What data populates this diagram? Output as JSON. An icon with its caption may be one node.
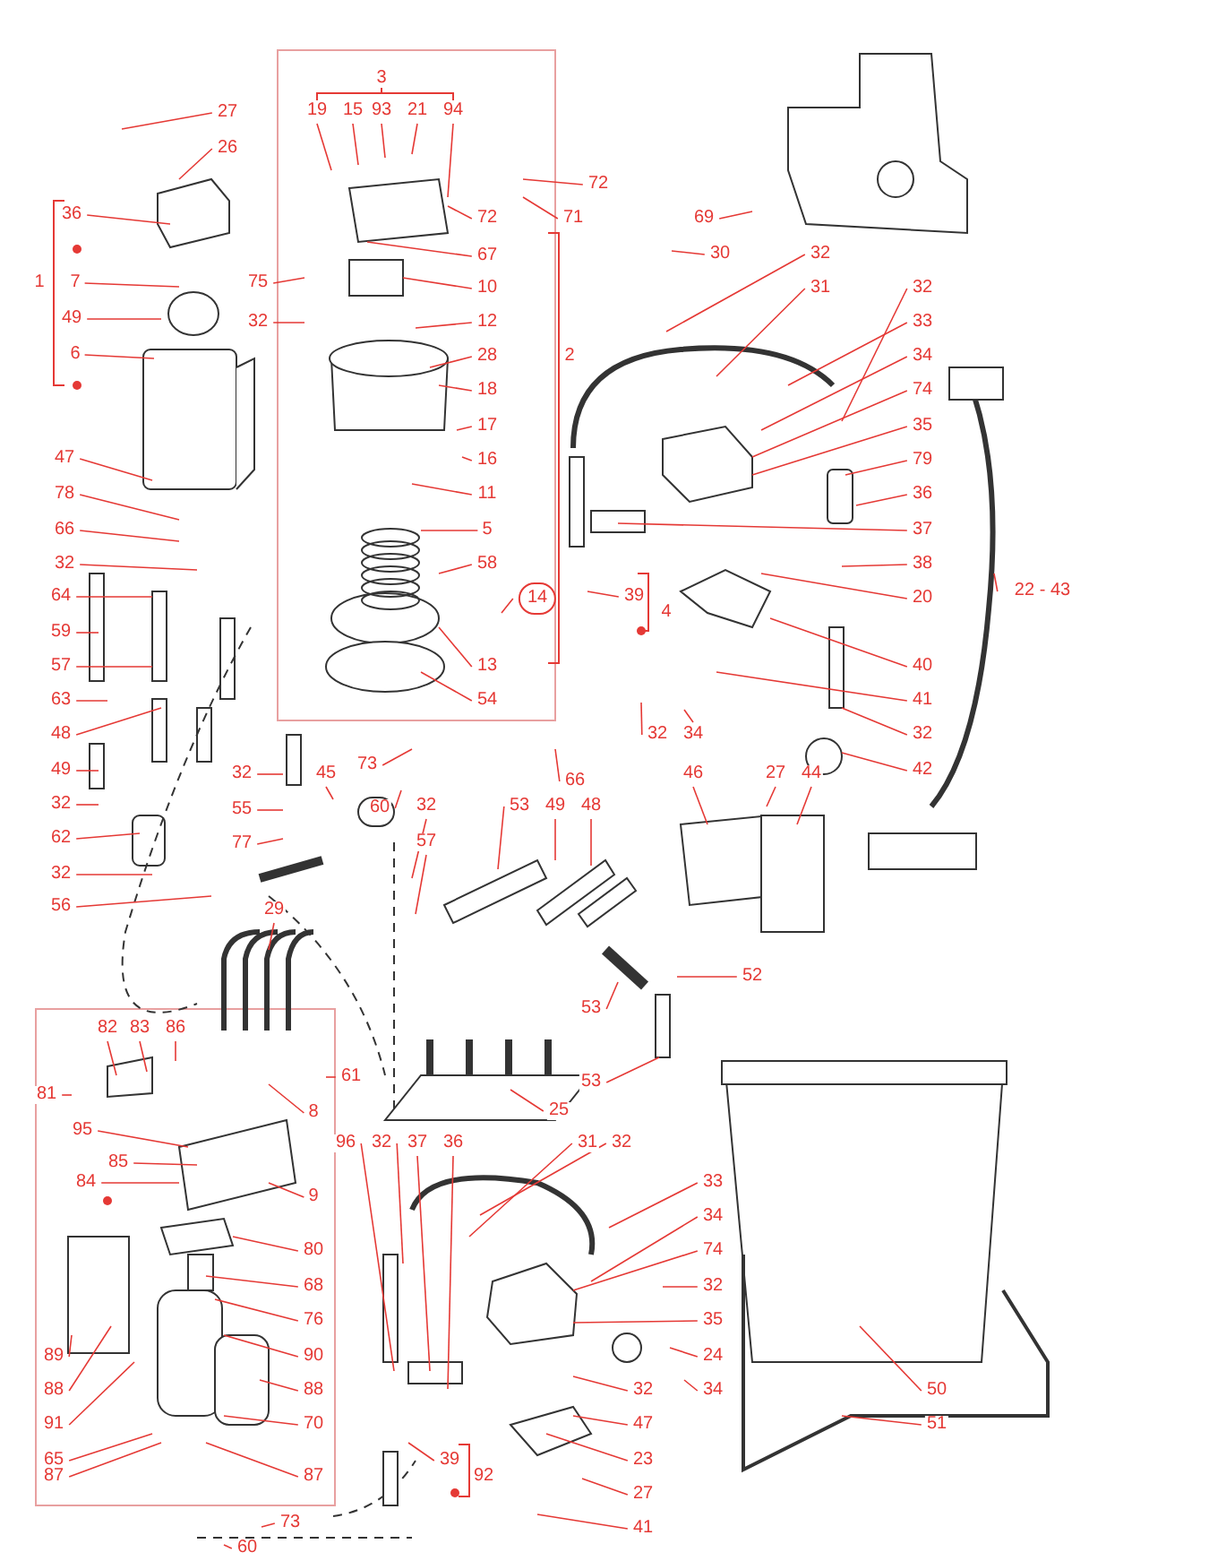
{
  "diagram": {
    "nodes": [
      {
        "text": [
          "3"
        ]
      },
      {
        "text": [
          "19"
        ]
      },
      {
        "text": [
          "15"
        ]
      },
      {
        "text": [
          "93"
        ]
      },
      {
        "text": [
          "21"
        ]
      },
      {
        "text": [
          "94"
        ]
      },
      {
        "text": [
          "27"
        ]
      },
      {
        "text": [
          "26"
        ]
      },
      {
        "text": [
          "36"
        ]
      },
      {
        "text": [
          "1"
        ]
      },
      {
        "text": [
          "7"
        ]
      },
      {
        "text": [
          "49"
        ]
      },
      {
        "text": [
          "6"
        ]
      },
      {
        "text": [
          "47"
        ]
      },
      {
        "text": [
          "78"
        ]
      },
      {
        "text": [
          "66"
        ]
      },
      {
        "text": [
          "32"
        ]
      },
      {
        "text": [
          "64"
        ]
      },
      {
        "text": [
          "59"
        ]
      },
      {
        "text": [
          "57"
        ]
      },
      {
        "text": [
          "63"
        ]
      },
      {
        "text": [
          "48"
        ]
      },
      {
        "text": [
          "49"
        ]
      },
      {
        "text": [
          "32"
        ]
      },
      {
        "text": [
          "62"
        ]
      },
      {
        "text": [
          "32"
        ]
      },
      {
        "text": [
          "56"
        ]
      },
      {
        "text": [
          "75"
        ]
      },
      {
        "text": [
          "32"
        ]
      },
      {
        "text": [
          "72"
        ]
      },
      {
        "text": [
          "71"
        ]
      },
      {
        "text": [
          "72"
        ]
      },
      {
        "text": [
          "67"
        ]
      },
      {
        "text": [
          "10"
        ]
      },
      {
        "text": [
          "12"
        ]
      },
      {
        "text": [
          "28"
        ]
      },
      {
        "text": [
          "2"
        ]
      },
      {
        "text": [
          "18"
        ]
      },
      {
        "text": [
          "17"
        ]
      },
      {
        "text": [
          "16"
        ]
      },
      {
        "text": [
          "11"
        ]
      },
      {
        "text": [
          "5"
        ]
      },
      {
        "text": [
          "58"
        ]
      },
      {
        "text": [
          "14"
        ]
      },
      {
        "text": [
          "39"
        ]
      },
      {
        "text": [
          "4"
        ]
      },
      {
        "text": [
          "13"
        ]
      },
      {
        "text": [
          "54"
        ]
      },
      {
        "text": [
          "69"
        ]
      },
      {
        "text": [
          "30"
        ]
      },
      {
        "text": [
          "32"
        ]
      },
      {
        "text": [
          "31"
        ]
      },
      {
        "text": [
          "32"
        ]
      },
      {
        "text": [
          "33"
        ]
      },
      {
        "text": [
          "34"
        ]
      },
      {
        "text": [
          "74"
        ]
      },
      {
        "text": [
          "35"
        ]
      },
      {
        "text": [
          "79"
        ]
      },
      {
        "text": [
          "36"
        ]
      },
      {
        "text": [
          "37"
        ]
      },
      {
        "text": [
          "38"
        ]
      },
      {
        "text": [
          "20"
        ]
      },
      {
        "text": [
          "40"
        ]
      },
      {
        "text": [
          "41"
        ]
      },
      {
        "text": [
          "32"
        ]
      },
      {
        "text": [
          "42"
        ]
      },
      {
        "text": [
          "22 - 43"
        ]
      },
      {
        "text": [
          "32"
        ]
      },
      {
        "text": [
          "34"
        ]
      },
      {
        "text": [
          "66"
        ]
      },
      {
        "text": [
          "73"
        ]
      },
      {
        "text": [
          "60"
        ]
      },
      {
        "text": [
          "32"
        ]
      },
      {
        "text": [
          "55"
        ]
      },
      {
        "text": [
          "77"
        ]
      },
      {
        "text": [
          "45"
        ]
      },
      {
        "text": [
          "46"
        ]
      },
      {
        "text": [
          "27"
        ]
      },
      {
        "text": [
          "44"
        ]
      },
      {
        "text": [
          "32"
        ]
      },
      {
        "text": [
          "57"
        ]
      },
      {
        "text": [
          "53"
        ]
      },
      {
        "text": [
          "49"
        ]
      },
      {
        "text": [
          "48"
        ]
      },
      {
        "text": [
          "29"
        ]
      },
      {
        "text": [
          "52"
        ]
      },
      {
        "text": [
          "53"
        ]
      },
      {
        "text": [
          "53"
        ]
      },
      {
        "text": [
          "25"
        ]
      },
      {
        "text": [
          "61"
        ]
      },
      {
        "text": [
          "82"
        ]
      },
      {
        "text": [
          "83"
        ]
      },
      {
        "text": [
          "86"
        ]
      },
      {
        "text": [
          "81"
        ]
      },
      {
        "text": [
          "8"
        ]
      },
      {
        "text": [
          "95"
        ]
      },
      {
        "text": [
          "85"
        ]
      },
      {
        "text": [
          "84"
        ]
      },
      {
        "text": [
          "9"
        ]
      },
      {
        "text": [
          "80"
        ]
      },
      {
        "text": [
          "68"
        ]
      },
      {
        "text": [
          "76"
        ]
      },
      {
        "text": [
          "90"
        ]
      },
      {
        "text": [
          "89"
        ]
      },
      {
        "text": [
          "88"
        ]
      },
      {
        "text": [
          "88"
        ]
      },
      {
        "text": [
          "91"
        ]
      },
      {
        "text": [
          "70"
        ]
      },
      {
        "text": [
          "65"
        ]
      },
      {
        "text": [
          "87"
        ]
      },
      {
        "text": [
          "87"
        ]
      },
      {
        "text": [
          "73"
        ]
      },
      {
        "text": [
          "60"
        ]
      },
      {
        "text": [
          "96"
        ]
      },
      {
        "text": [
          "32"
        ]
      },
      {
        "text": [
          "37"
        ]
      },
      {
        "text": [
          "36"
        ]
      },
      {
        "text": [
          "31"
        ]
      },
      {
        "text": [
          "32"
        ]
      },
      {
        "text": [
          "33"
        ]
      },
      {
        "text": [
          "34"
        ]
      },
      {
        "text": [
          "74"
        ]
      },
      {
        "text": [
          "32"
        ]
      },
      {
        "text": [
          "35"
        ]
      },
      {
        "text": [
          "24"
        ]
      },
      {
        "text": [
          "34"
        ]
      },
      {
        "text": [
          "32"
        ]
      },
      {
        "text": [
          "47"
        ]
      },
      {
        "text": [
          "23"
        ]
      },
      {
        "text": [
          "27"
        ]
      },
      {
        "text": [
          "41"
        ]
      },
      {
        "text": [
          "39"
        ]
      },
      {
        "text": [
          "92"
        ]
      },
      {
        "text": [
          "50"
        ]
      },
      {
        "text": [
          "51"
        ]
      }
    ],
    "edges": [
      {
        "from": 1,
        "to": null,
        "arrow": "none"
      },
      {
        "from": 2,
        "to": null,
        "arrow": "none"
      },
      {
        "from": 3,
        "to": null,
        "arrow": "none"
      },
      {
        "from": 4,
        "to": null,
        "arrow": "none"
      },
      {
        "from": 5,
        "to": null,
        "arrow": "none"
      },
      {
        "from": 6,
        "to": null,
        "arrow": "none"
      },
      {
        "from": 7,
        "to": null,
        "arrow": "none"
      },
      {
        "from": 8,
        "to": null,
        "arrow": "none"
      },
      {
        "from": 10,
        "to": null,
        "arrow": "none"
      },
      {
        "from": 11,
        "to": null,
        "arrow": "none"
      },
      {
        "from": 12,
        "to": null,
        "arrow": "none"
      },
      {
        "from": 13,
        "to": null,
        "arrow": "none"
      },
      {
        "from": 14,
        "to": null,
        "arrow": "none"
      },
      {
        "from": 15,
        "to": null,
        "arrow": "none"
      },
      {
        "from": 16,
        "to": null,
        "arrow": "none"
      },
      {
        "from": 17,
        "to": null,
        "arrow": "none"
      },
      {
        "from": 18,
        "to": null,
        "arrow": "none"
      },
      {
        "from": 19,
        "to": null,
        "arrow": "none"
      },
      {
        "from": 20,
        "to": null,
        "arrow": "none"
      },
      {
        "from": 21,
        "to": null,
        "arrow": "none"
      },
      {
        "from": 22,
        "to": null,
        "arrow": "none"
      },
      {
        "from": 23,
        "to": null,
        "arrow": "none"
      },
      {
        "from": 24,
        "to": null,
        "arrow": "none"
      },
      {
        "from": 25,
        "to": null,
        "arrow": "none"
      },
      {
        "from": 26,
        "to": null,
        "arrow": "none"
      },
      {
        "from": 27,
        "to": null,
        "arrow": "none"
      },
      {
        "from": 28,
        "to": null,
        "arrow": "none"
      },
      {
        "from": 29,
        "to": null,
        "arrow": "none"
      },
      {
        "from": 30,
        "to": null,
        "arrow": "none"
      },
      {
        "from": 31,
        "to": null,
        "arrow": "none"
      },
      {
        "from": 32,
        "to": null,
        "arrow": "none"
      },
      {
        "from": 33,
        "to": null,
        "arrow": "none"
      },
      {
        "from": 34,
        "to": null,
        "arrow": "none"
      },
      {
        "from": 35,
        "to": null,
        "arrow": "none"
      },
      {
        "from": 37,
        "to": null,
        "arrow": "none"
      },
      {
        "from": 38,
        "to": null,
        "arrow": "none"
      },
      {
        "from": 39,
        "to": null,
        "arrow": "none"
      },
      {
        "from": 40,
        "to": null,
        "arrow": "none"
      },
      {
        "from": 41,
        "to": null,
        "arrow": "none"
      },
      {
        "from": 42,
        "to": null,
        "arrow": "none"
      },
      {
        "from": 43,
        "to": null,
        "arrow": "none"
      },
      {
        "from": 44,
        "to": null,
        "arrow": "none"
      },
      {
        "from": 46,
        "to": null,
        "arrow": "none"
      },
      {
        "from": 47,
        "to": null,
        "arrow": "none"
      },
      {
        "from": 48,
        "to": null,
        "arrow": "none"
      },
      {
        "from": 49,
        "to": null,
        "arrow": "none"
      },
      {
        "from": 50,
        "to": null,
        "arrow": "none"
      },
      {
        "from": 51,
        "to": null,
        "arrow": "none"
      },
      {
        "from": 52,
        "to": null,
        "arrow": "none"
      },
      {
        "from": 53,
        "to": null,
        "arrow": "none"
      },
      {
        "from": 54,
        "to": null,
        "arrow": "none"
      },
      {
        "from": 55,
        "to": null,
        "arrow": "none"
      },
      {
        "from": 56,
        "to": null,
        "arrow": "none"
      },
      {
        "from": 57,
        "to": null,
        "arrow": "none"
      },
      {
        "from": 58,
        "to": null,
        "arrow": "none"
      },
      {
        "from": 59,
        "to": null,
        "arrow": "none"
      },
      {
        "from": 60,
        "to": null,
        "arrow": "none"
      },
      {
        "from": 61,
        "to": null,
        "arrow": "none"
      },
      {
        "from": 62,
        "to": null,
        "arrow": "none"
      },
      {
        "from": 63,
        "to": null,
        "arrow": "none"
      },
      {
        "from": 64,
        "to": null,
        "arrow": "none"
      },
      {
        "from": 65,
        "to": null,
        "arrow": "none"
      },
      {
        "from": 66,
        "to": null,
        "arrow": "none"
      },
      {
        "from": 67,
        "to": null,
        "arrow": "none"
      },
      {
        "from": 68,
        "to": null,
        "arrow": "none"
      },
      {
        "from": 69,
        "to": null,
        "arrow": "none"
      },
      {
        "from": 70,
        "to": null,
        "arrow": "none"
      },
      {
        "from": 71,
        "to": null,
        "arrow": "none"
      },
      {
        "from": 72,
        "to": null,
        "arrow": "none"
      },
      {
        "from": 73,
        "to": null,
        "arrow": "none"
      },
      {
        "from": 74,
        "to": null,
        "arrow": "none"
      },
      {
        "from": 75,
        "to": null,
        "arrow": "none"
      },
      {
        "from": 76,
        "to": null,
        "arrow": "none"
      },
      {
        "from": 77,
        "to": null,
        "arrow": "none"
      },
      {
        "from": 78,
        "to": null,
        "arrow": "none"
      },
      {
        "from": 79,
        "to": null,
        "arrow": "none"
      },
      {
        "from": 80,
        "to": null,
        "arrow": "none"
      },
      {
        "from": 81,
        "to": null,
        "arrow": "none"
      },
      {
        "from": 82,
        "to": null,
        "arrow": "none"
      },
      {
        "from": 83,
        "to": null,
        "arrow": "none"
      },
      {
        "from": 84,
        "to": null,
        "arrow": "none"
      },
      {
        "from": 85,
        "to": null,
        "arrow": "none"
      },
      {
        "from": 86,
        "to": null,
        "arrow": "none"
      },
      {
        "from": 87,
        "to": null,
        "arrow": "none"
      },
      {
        "from": 88,
        "to": null,
        "arrow": "none"
      },
      {
        "from": 89,
        "to": null,
        "arrow": "none"
      },
      {
        "from": 90,
        "to": null,
        "arrow": "none"
      },
      {
        "from": 91,
        "to": null,
        "arrow": "none"
      },
      {
        "from": 92,
        "to": null,
        "arrow": "none"
      },
      {
        "from": 93,
        "to": null,
        "arrow": "none"
      },
      {
        "from": 94,
        "to": null,
        "arrow": "none"
      },
      {
        "from": 95,
        "to": null,
        "arrow": "none"
      },
      {
        "from": 96,
        "to": null,
        "arrow": "none"
      },
      {
        "from": 97,
        "to": null,
        "arrow": "none"
      },
      {
        "from": 98,
        "to": null,
        "arrow": "none"
      },
      {
        "from": 99,
        "to": null,
        "arrow": "none"
      },
      {
        "from": 100,
        "to": null,
        "arrow": "none"
      },
      {
        "from": 101,
        "to": null,
        "arrow": "none"
      },
      {
        "from": 102,
        "to": null,
        "arrow": "none"
      },
      {
        "from": 103,
        "to": null,
        "arrow": "none"
      },
      {
        "from": 104,
        "to": null,
        "arrow": "none"
      },
      {
        "from": 105,
        "to": null,
        "arrow": "none"
      },
      {
        "from": 106,
        "to": null,
        "arrow": "none"
      },
      {
        "from": 107,
        "to": null,
        "arrow": "none"
      },
      {
        "from": 108,
        "to": null,
        "arrow": "none"
      },
      {
        "from": 109,
        "to": null,
        "arrow": "none"
      },
      {
        "from": 110,
        "to": null,
        "arrow": "none"
      },
      {
        "from": 111,
        "to": null,
        "arrow": "none"
      },
      {
        "from": 112,
        "to": null,
        "arrow": "none"
      },
      {
        "from": 113,
        "to": null,
        "arrow": "none"
      },
      {
        "from": 114,
        "to": null,
        "arrow": "none"
      },
      {
        "from": 115,
        "to": null,
        "arrow": "none"
      },
      {
        "from": 116,
        "to": null,
        "arrow": "none"
      },
      {
        "from": 117,
        "to": null,
        "arrow": "none"
      },
      {
        "from": 118,
        "to": null,
        "arrow": "none"
      },
      {
        "from": 119,
        "to": null,
        "arrow": "none"
      },
      {
        "from": 120,
        "to": null,
        "arrow": "none"
      },
      {
        "from": 121,
        "to": null,
        "arrow": "none"
      },
      {
        "from": 122,
        "to": null,
        "arrow": "none"
      },
      {
        "from": 123,
        "to": null,
        "arrow": "none"
      },
      {
        "from": 124,
        "to": null,
        "arrow": "none"
      },
      {
        "from": 125,
        "to": null,
        "arrow": "none"
      },
      {
        "from": 126,
        "to": null,
        "arrow": "none"
      },
      {
        "from": 127,
        "to": null,
        "arrow": "none"
      },
      {
        "from": 128,
        "to": null,
        "arrow": "none"
      },
      {
        "from": 129,
        "to": null,
        "arrow": "none"
      },
      {
        "from": 130,
        "to": null,
        "arrow": "none"
      },
      {
        "from": 131,
        "to": null,
        "arrow": "none"
      },
      {
        "from": 133,
        "to": null,
        "arrow": "none"
      },
      {
        "from": 134,
        "to": null,
        "arrow": "none"
      }
    ]
  }
}
